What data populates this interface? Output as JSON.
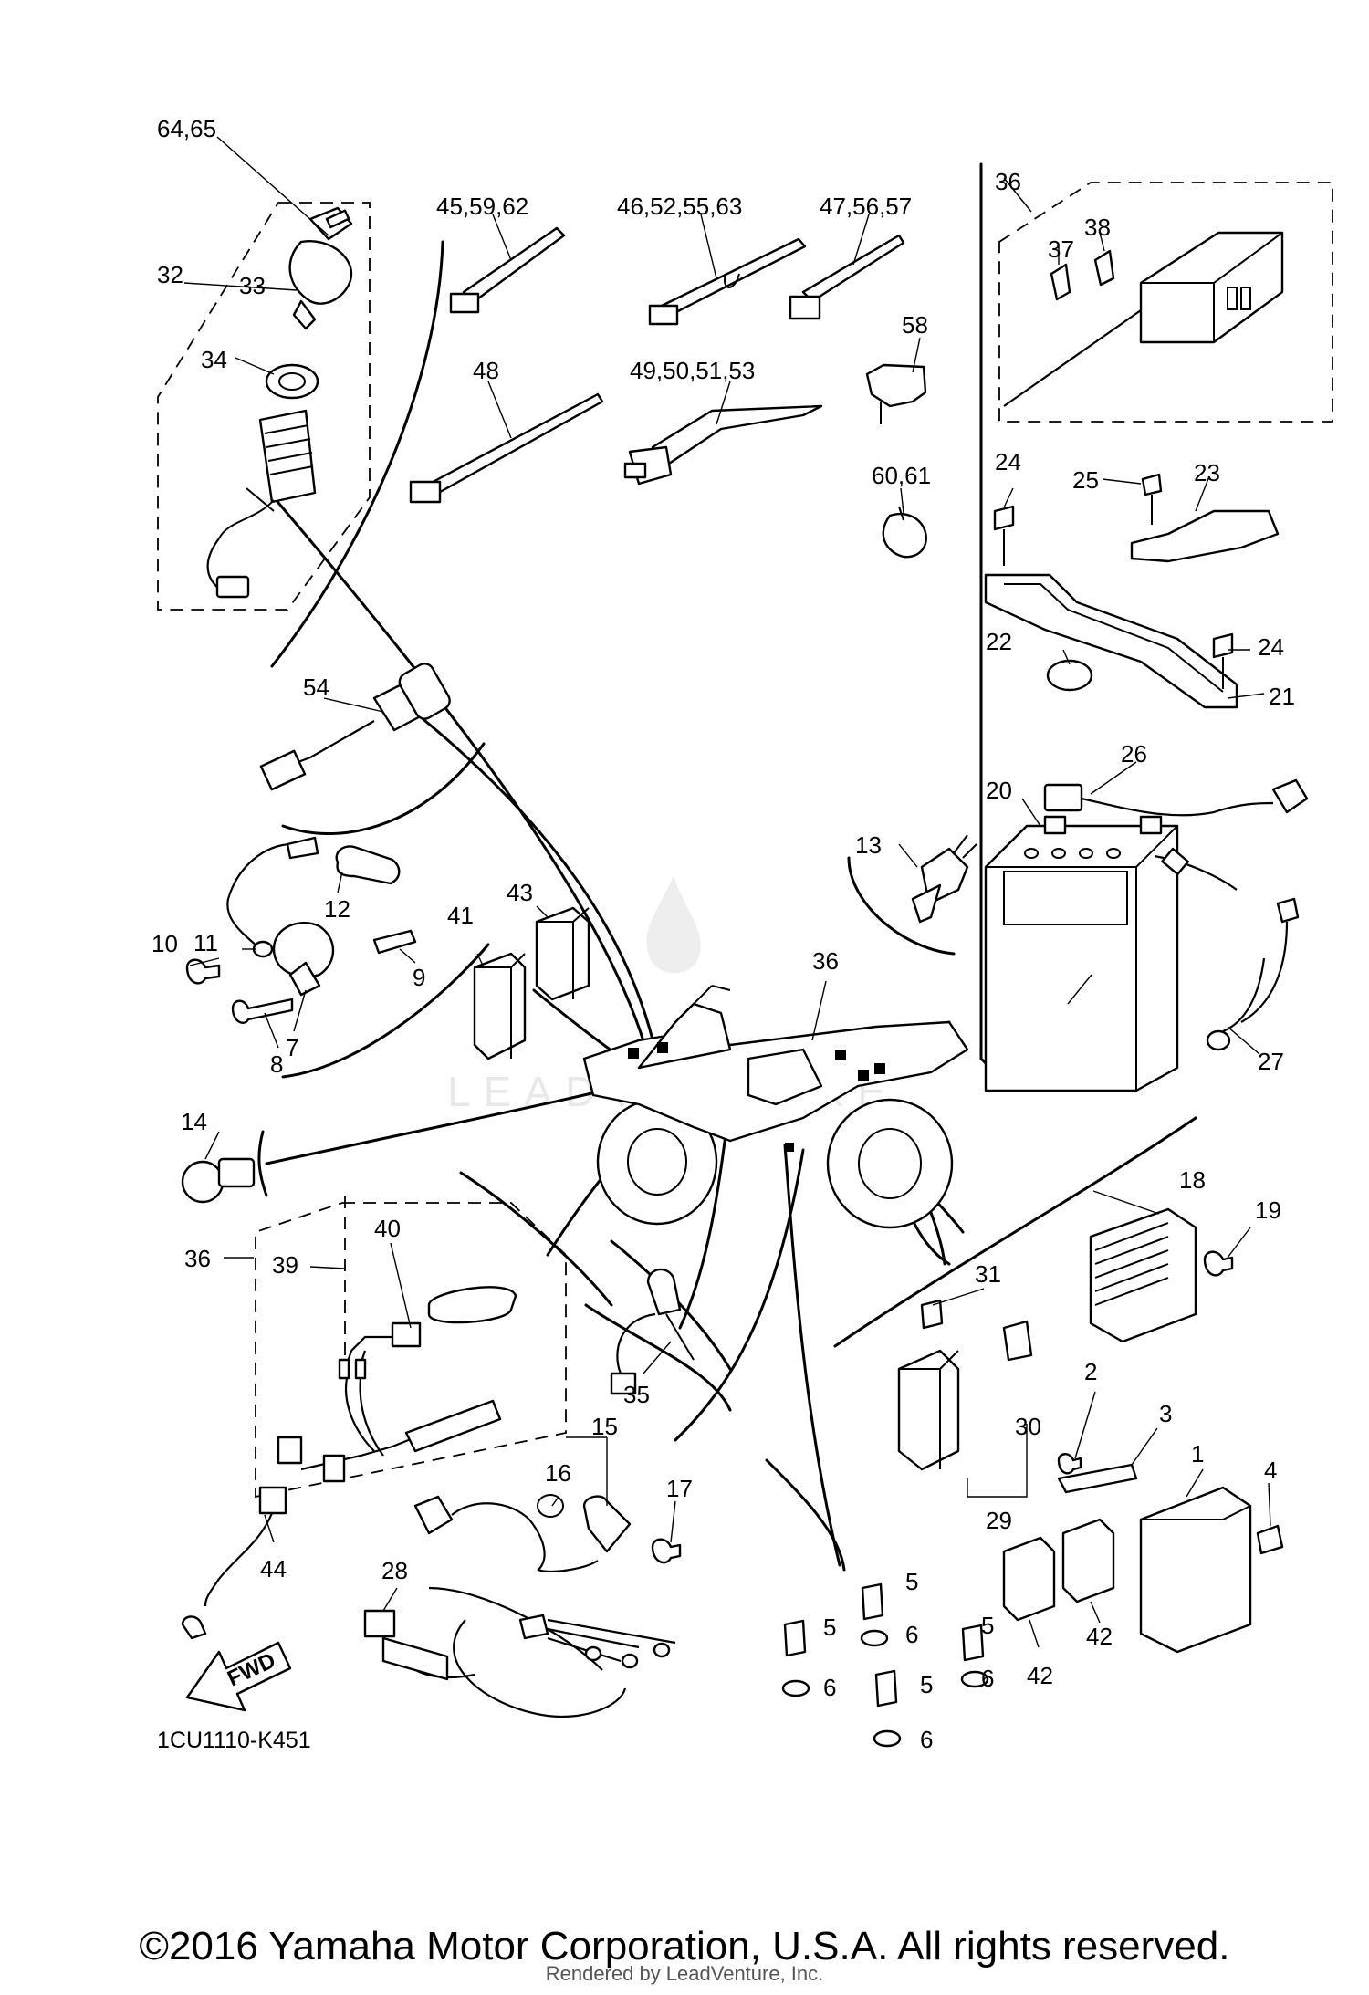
{
  "diagram": {
    "callouts": {
      "c1": "1",
      "c2": "2",
      "c3": "3",
      "c4": "4",
      "c5a": "5",
      "c5b": "5",
      "c5c": "5",
      "c5d": "5",
      "c6a": "6",
      "c6b": "6",
      "c6c": "6",
      "c6d": "6",
      "c7": "7",
      "c8": "8",
      "c9": "9",
      "c10": "10",
      "c11": "11",
      "c12": "12",
      "c13": "13",
      "c14": "14",
      "c15": "15",
      "c16": "16",
      "c17": "17",
      "c18": "18",
      "c19": "19",
      "c20": "20",
      "c21": "21",
      "c22": "22",
      "c23": "23",
      "c24a": "24",
      "c24b": "24",
      "c25": "25",
      "c26": "26",
      "c27": "27",
      "c28": "28",
      "c29": "29",
      "c30": "30",
      "c31": "31",
      "c32": "32",
      "c33": "33",
      "c34": "34",
      "c35": "35",
      "c36a": "36",
      "c36b": "36",
      "c36c": "36",
      "c37": "37",
      "c38": "38",
      "c39": "39",
      "c40": "40",
      "c41": "41",
      "c42a": "42",
      "c42b": "42",
      "c43": "43",
      "c44": "44",
      "c48": "48",
      "c54": "54",
      "c58": "58",
      "c60_61": "60,61",
      "c64_65": "64,65",
      "c45_59_62": "45,59,62",
      "c46_52_55_63": "46,52,55,63",
      "c47_56_57": "47,56,57",
      "c49_50_51_53": "49,50,51,53"
    },
    "fwd_label": "FWD",
    "diagram_code": "1CU1110-K451",
    "watermark": "LEADVENTURE"
  },
  "footer": {
    "copyright": "©2016 Yamaha Motor Corporation, U.S.A. All rights reserved.",
    "rendered_by": "Rendered by LeadVenture, Inc."
  }
}
